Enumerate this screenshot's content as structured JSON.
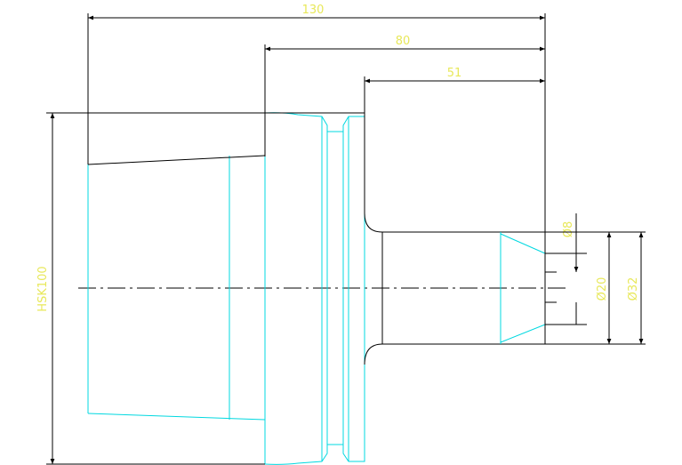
{
  "colors": {
    "outline": "#00d8e0",
    "dimension_line": "#000000",
    "dimension_text": "#e8e85a",
    "background": "#ffffff"
  },
  "dimensions": {
    "overall_length": "130",
    "flange_length": "80",
    "shank_length": "51",
    "taper_label": "HSK100",
    "tip_diameter": "Ø8",
    "bore_diameter": "Ø20",
    "shank_diameter": "Ø32"
  }
}
